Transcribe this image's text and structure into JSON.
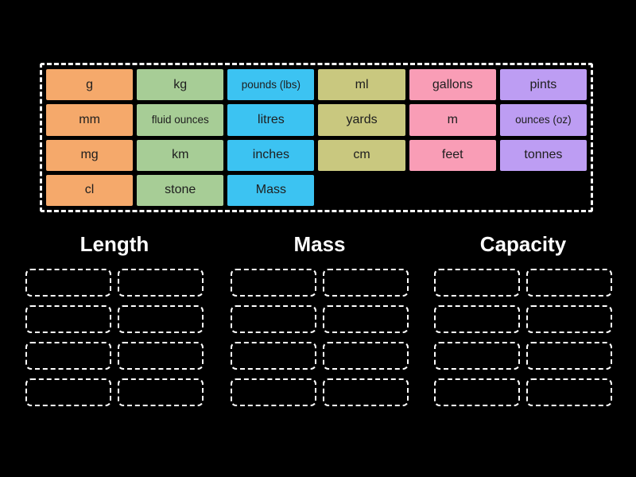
{
  "background_color": "#000000",
  "colors": {
    "pool_border": "#ffffff",
    "slot_border": "#ffffff",
    "tile_text": "#1e1e1e",
    "heading_text": "#ffffff",
    "tile_orange": "#f5a96b",
    "tile_green": "#a7cd96",
    "tile_blue": "#3cc3f2",
    "tile_olive": "#c9c87f",
    "tile_pink": "#f99db6",
    "tile_purple": "#bd9df3"
  },
  "pool": {
    "tiles": [
      {
        "label": "g",
        "color": "#f5a96b"
      },
      {
        "label": "kg",
        "color": "#a7cd96"
      },
      {
        "label": "pounds (lbs)",
        "color": "#3cc3f2"
      },
      {
        "label": "ml",
        "color": "#c9c87f"
      },
      {
        "label": "gallons",
        "color": "#f99db6"
      },
      {
        "label": "pints",
        "color": "#bd9df3"
      },
      {
        "label": "mm",
        "color": "#f5a96b"
      },
      {
        "label": "fluid ounces",
        "color": "#a7cd96"
      },
      {
        "label": "litres",
        "color": "#3cc3f2"
      },
      {
        "label": "yards",
        "color": "#c9c87f"
      },
      {
        "label": "m",
        "color": "#f99db6"
      },
      {
        "label": "ounces (oz)",
        "color": "#bd9df3"
      },
      {
        "label": "mg",
        "color": "#f5a96b"
      },
      {
        "label": "km",
        "color": "#a7cd96"
      },
      {
        "label": "inches",
        "color": "#3cc3f2"
      },
      {
        "label": "cm",
        "color": "#c9c87f"
      },
      {
        "label": "feet",
        "color": "#f99db6"
      },
      {
        "label": "tonnes",
        "color": "#bd9df3"
      },
      {
        "label": "cl",
        "color": "#f5a96b"
      },
      {
        "label": "stone",
        "color": "#a7cd96"
      },
      {
        "label": "Mass",
        "color": "#3cc3f2"
      }
    ]
  },
  "groups": [
    {
      "label": "Length",
      "slot_count": 8
    },
    {
      "label": "Mass",
      "slot_count": 8
    },
    {
      "label": "Capacity",
      "slot_count": 8
    }
  ]
}
